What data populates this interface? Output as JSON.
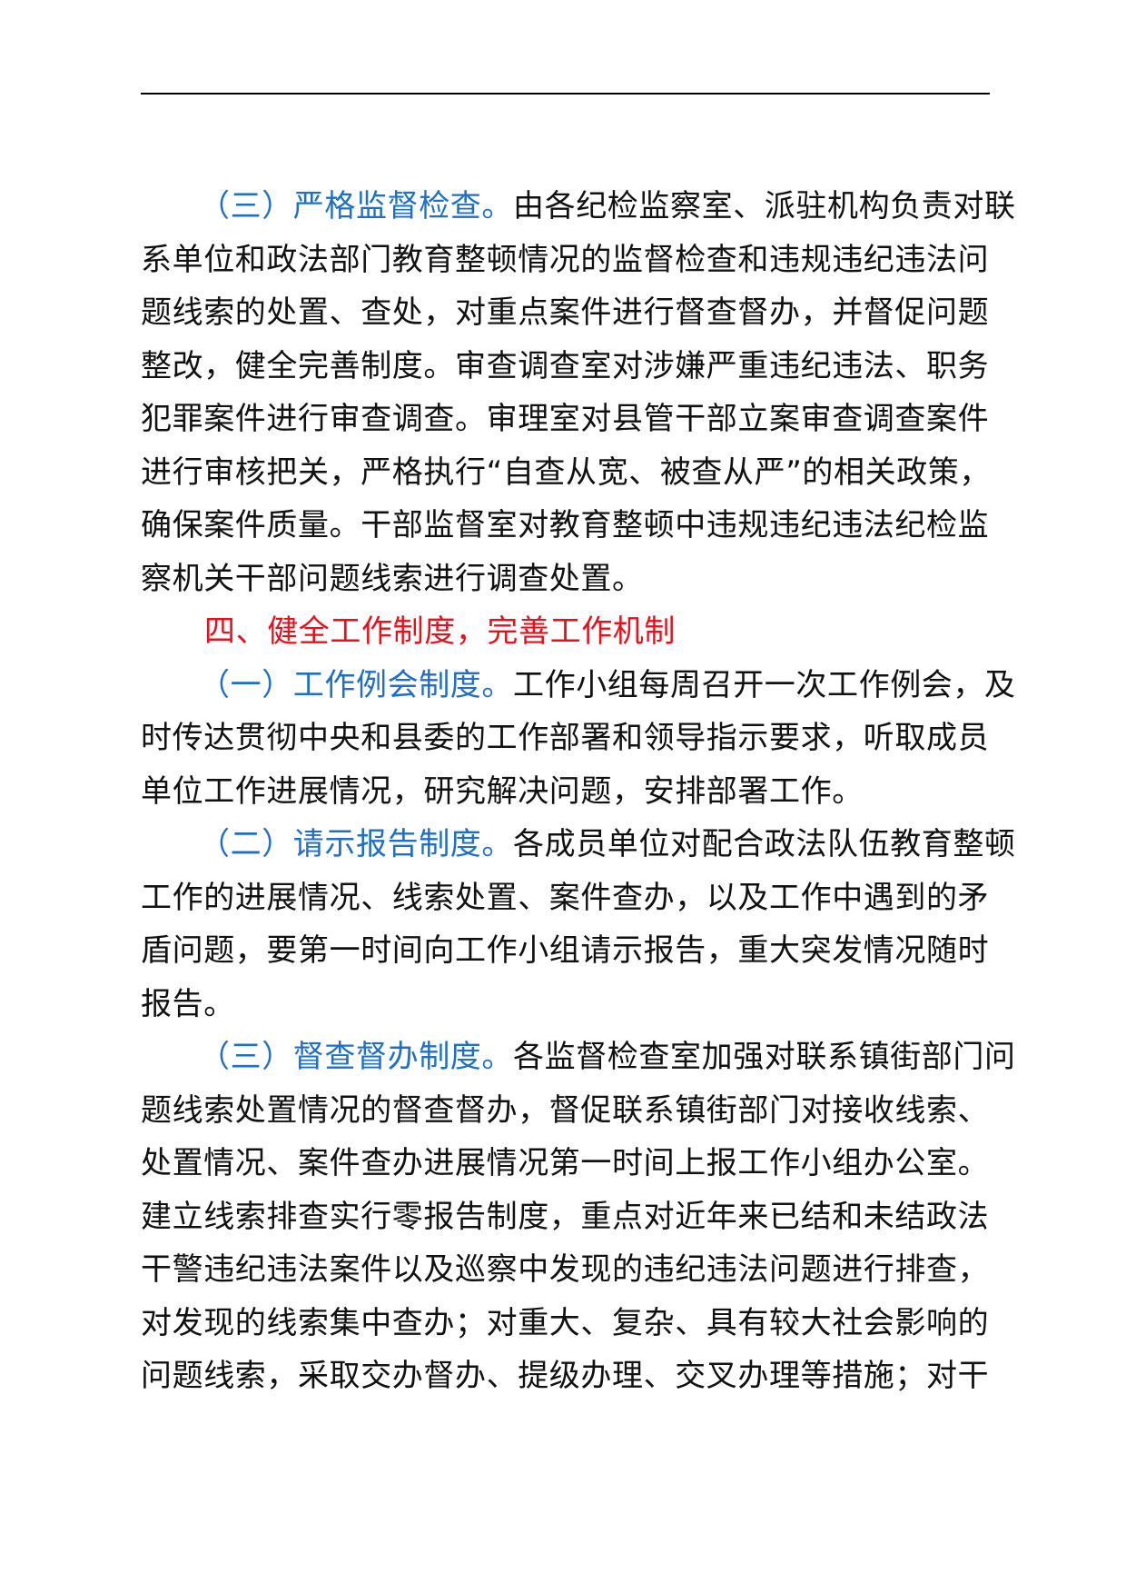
{
  "doc": {
    "p1": {
      "heading": "（三）严格监督检查。",
      "lines": [
        "由各纪检监察室、派驻机构负责对联",
        "系单位和政法部门教育整顿情况的监督检查和违规违纪违法问",
        "题线索的处置、查处，对重点案件进行督查督办，并督促问题",
        "整改，健全完善制度。审查调查室对涉嫌严重违纪违法、职务",
        "犯罪案件进行审查调查。审理室对县管干部立案审查调查案件",
        "进行审核把关，严格执行“自查从宽、被查从严”的相关政策，",
        "确保案件质量。干部监督室对教育整顿中违规违纪违法纪检监",
        "察机关干部问题线索进行调查处置。"
      ]
    },
    "section4": {
      "title": "四、健全工作制度，完善工作机制"
    },
    "p2": {
      "heading": "（一）工作例会制度。",
      "lines": [
        "工作小组每周召开一次工作例会，及",
        "时传达贯彻中央和县委的工作部署和领导指示要求，听取成员",
        "单位工作进展情况，研究解决问题，安排部署工作。"
      ]
    },
    "p3": {
      "heading": "（二）请示报告制度。",
      "lines": [
        "各成员单位对配合政法队伍教育整顿",
        "工作的进展情况、线索处置、案件查办，以及工作中遇到的矛",
        "盾问题，要第一时间向工作小组请示报告，重大突发情况随时",
        "报告。"
      ]
    },
    "p4": {
      "heading": "（三）督查督办制度。",
      "lines": [
        "各监督检查室加强对联系镇街部门问",
        "题线索处置情况的督查督办，督促联系镇街部门对接收线索、",
        "处置情况、案件查办进展情况第一时间上报工作小组办公室。",
        "建立线索排查实行零报告制度，重点对近年来已结和未结政法",
        "干警违纪违法案件以及巡察中发现的违纪违法问题进行排查，",
        "对发现的线索集中查办；对重大、复杂、具有较大社会影响的",
        "问题线索，采取交办督办、提级办理、交叉办理等措施；对干"
      ]
    },
    "colors": {
      "subheading": "#1d6fc9",
      "section_heading": "#e8101b",
      "body_text": "#111111"
    }
  }
}
